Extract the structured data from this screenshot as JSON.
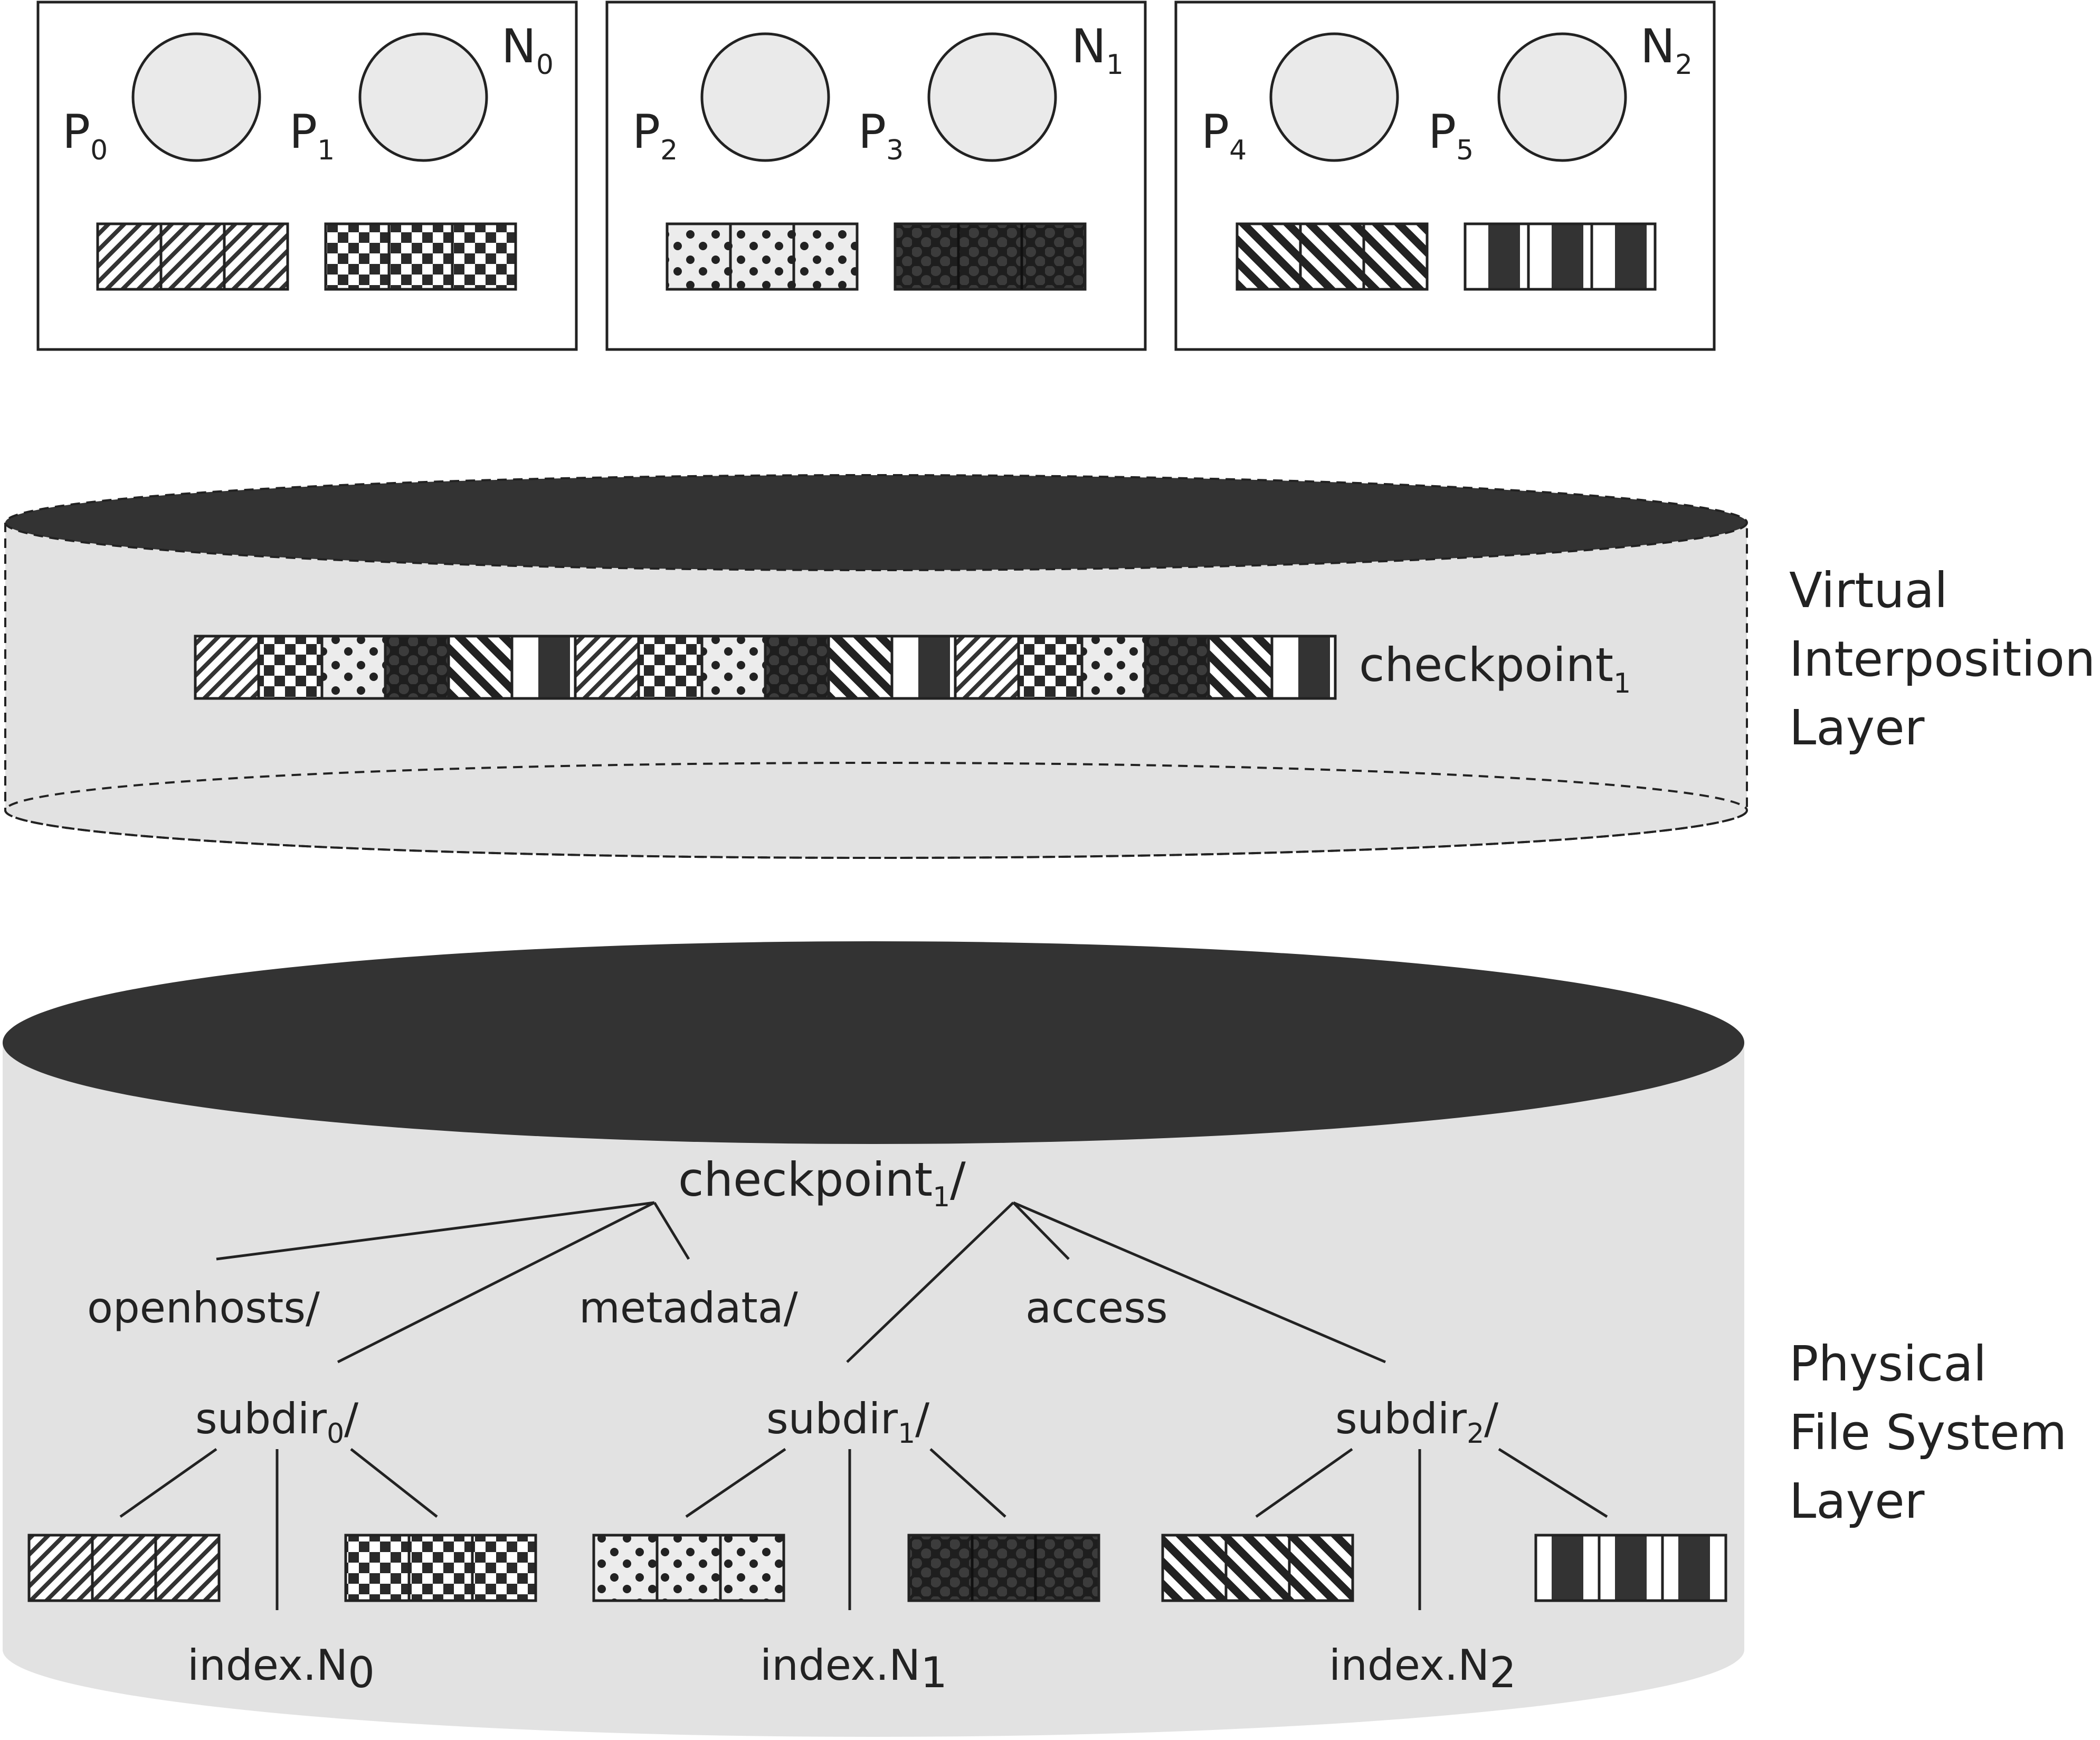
{
  "nodes": [
    {
      "label": "N",
      "index": "0",
      "procs": [
        {
          "label": "P",
          "index": "0"
        },
        {
          "label": "P",
          "index": "1"
        }
      ],
      "patterns": [
        "hatch-fwd",
        "checker"
      ]
    },
    {
      "label": "N",
      "index": "1",
      "procs": [
        {
          "label": "P",
          "index": "2"
        },
        {
          "label": "P",
          "index": "3"
        }
      ],
      "patterns": [
        "dots-light",
        "dots-dark"
      ]
    },
    {
      "label": "N",
      "index": "2",
      "procs": [
        {
          "label": "P",
          "index": "4"
        },
        {
          "label": "P",
          "index": "5"
        }
      ],
      "patterns": [
        "hatch-back",
        "stripes-v"
      ]
    }
  ],
  "virtual": {
    "file_label": "checkpoint",
    "file_index": "1",
    "layer_label": [
      "Virtual",
      "Interposition",
      "Layer"
    ],
    "strip_pattern_order": [
      "hatch-fwd",
      "checker",
      "dots-light",
      "dots-dark",
      "hatch-back",
      "stripes-v"
    ],
    "strip_repeats": 3
  },
  "physical": {
    "root_label": "checkpoint",
    "root_index": "1",
    "root_suffix": "/",
    "files": [
      "openhosts/",
      "metadata/",
      "access"
    ],
    "subdirs": [
      {
        "label": "subdir",
        "index": "0",
        "suffix": "/",
        "index_file": "index.N",
        "index_file_sub": "0",
        "patterns": [
          "hatch-fwd",
          "checker"
        ]
      },
      {
        "label": "subdir",
        "index": "1",
        "suffix": "/",
        "index_file": "index.N",
        "index_file_sub": "1",
        "patterns": [
          "dots-light",
          "dots-dark"
        ]
      },
      {
        "label": "subdir",
        "index": "2",
        "suffix": "/",
        "index_file": "index.N",
        "index_file_sub": "2",
        "patterns": [
          "hatch-back",
          "stripes-v"
        ]
      }
    ],
    "layer_label": [
      "Physical",
      "File System",
      "Layer"
    ]
  },
  "colors": {
    "disk_top": "#333333",
    "disk_body": "#e2e2e2",
    "process_fill": "#eaeaea",
    "ink": "#222222"
  }
}
